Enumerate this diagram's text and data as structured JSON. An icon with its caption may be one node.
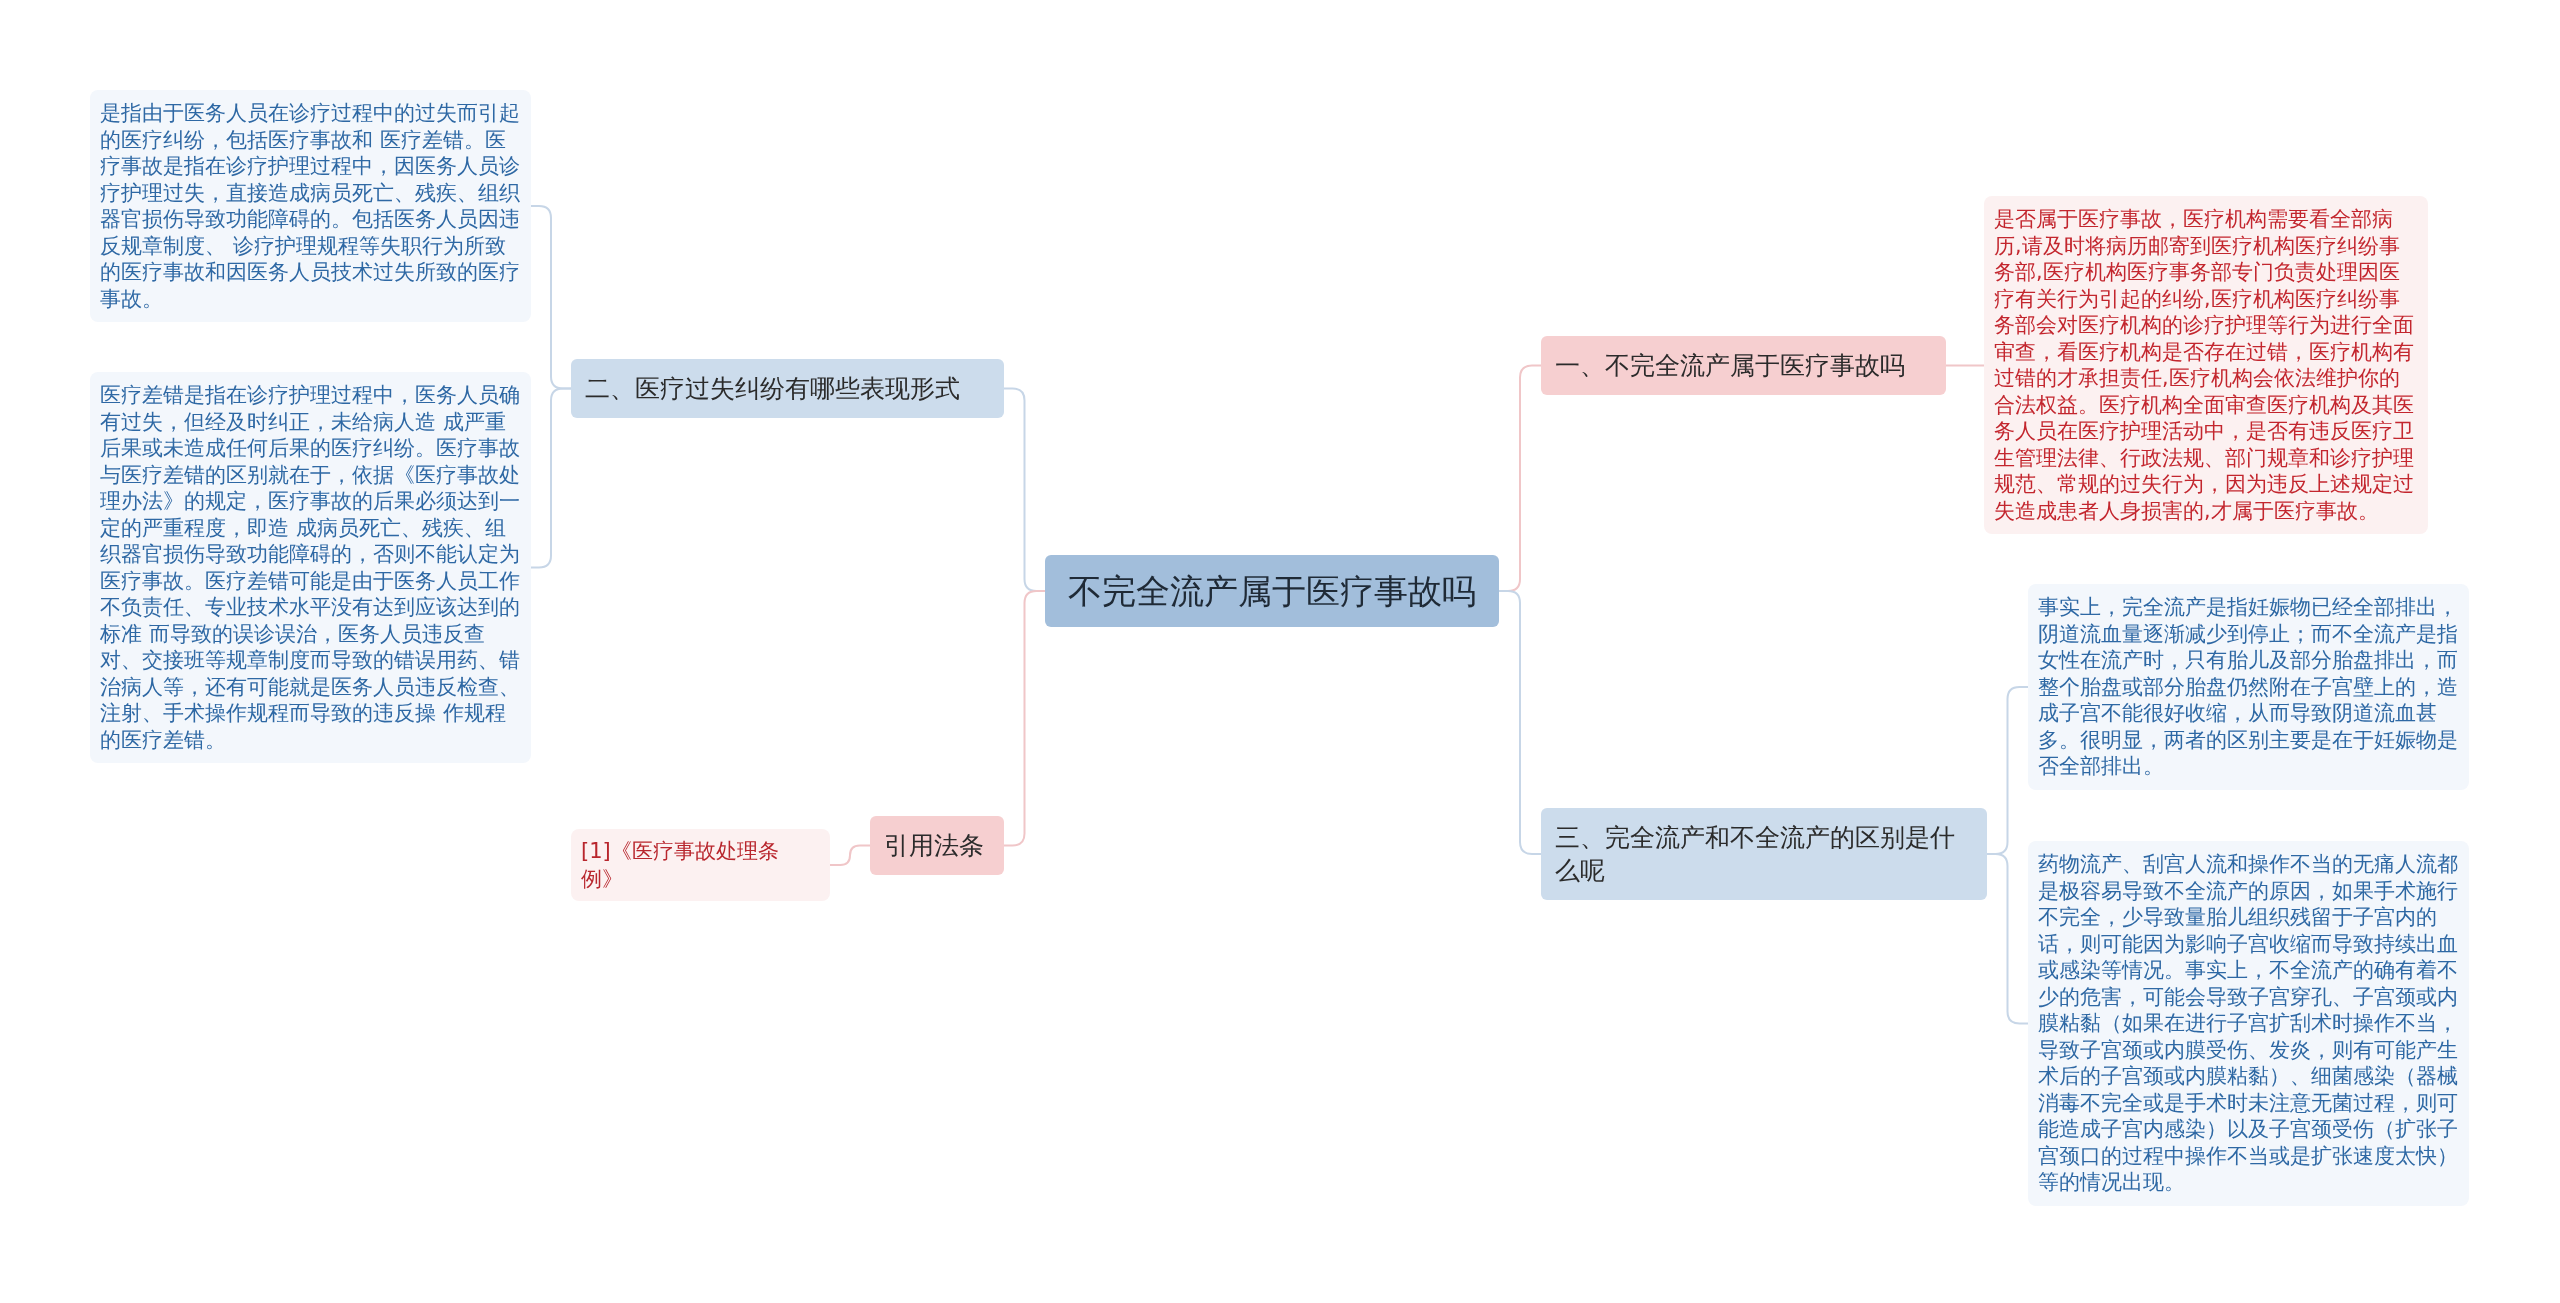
{
  "diagram": {
    "nodes": [
      {
        "text": [
          "不完全流产属于医疗事故吗"
        ]
      },
      {
        "text": [
          "二、医疗过失纠纷有哪些表现形式"
        ]
      },
      {
        "text": [
          "是指由于医务人员在诊疗过程中的过失而引起的医疗纠纷，包括医疗事故和 医疗差错。医疗事故是指在诊疗护理过程中，因医务人员诊疗护理过失，直接造成病员死亡、残疾、组织器官损伤导致功能障碍的。包括医务人员因违反规章制度、 诊疗护理规程等失职行为所致的医疗事故和因医务人员技术过失所致的医疗事故。"
        ]
      },
      {
        "text": [
          "医疗差错是指在诊疗护理过程中，医务人员确有过失，但经及时纠正，未给病人造 成严重后果或未造成任何后果的医疗纠纷。医疗事故与医疗差错的区别就在于，依据《医疗事故处理办法》的规定，医疗事故的后果必须达到一定的严重程度，即造 成病员死亡、残疾、组织器官损伤导致功能障碍的，否则不能认定为医疗事故。医疗差错可能是由于医务人员工作不负责任、专业技术水平没有达到应该达到的标准 而导致的误诊误治，医务人员违反查对、交接班等规章制度而导致的错误用药、错治病人等，还有可能就是医务人员违反检查、注射、手术操作规程而导致的违反操 作规程的医疗差错。"
        ]
      },
      {
        "text": [
          "引用法条"
        ]
      },
      {
        "text": [
          "[1]《医疗事故处理条例》"
        ]
      },
      {
        "text": [
          "一、不完全流产属于医疗事故吗"
        ]
      },
      {
        "text": [
          "是否属于医疗事故，医疗机构需要看全部病历,请及时将病历邮寄到医疗机构医疗纠纷事务部,医疗机构医疗事务部专门负责处理因医疗有关行为引起的纠纷,医疗机构医疗纠纷事务部会对医疗机构的诊疗护理等行为进行全面审查，看医疗机构是否存在过错，医疗机构有过错的才承担责任,医疗机构会依法维护你的合法权益。医疗机构全面审查医疗机构及其医务人员在医疗护理活动中，是否有违反医疗卫生管理法律、行政法规、部门规章和诊疗护理规范、常规的过失行为，因为违反上述规定过失造成患者人身损害的,才属于医疗事故。"
        ]
      },
      {
        "text": [
          "三、完全流产和不全流产的区别是什么呢"
        ]
      },
      {
        "text": [
          "事实上，完全流产是指妊娠物已经全部排出，阴道流血量逐渐减少到停止；而不全流产是指女性在流产时，只有胎儿及部分胎盘排出，而整个胎盘或部分胎盘仍然附在子宫壁上的，造成子宫不能很好收缩，从而导致阴道流血甚多。很明显，两者的区别主要是在于妊娠物是否全部排出。"
        ]
      },
      {
        "text": [
          "药物流产、刮宫人流和操作不当的无痛人流都是极容易导致不全流产的原因，如果手术施行不完全，少导致量胎儿组织残留于子宫内的话，则可能因为影响子宫收缩而导致持续出血或感染等情况。事实上，不全流产的确有着不少的危害，可能会导致子宫穿孔、子宫颈或内膜粘黏（如果在进行子宫扩刮术时操作不当，导致子宫颈或内膜受伤、发炎，则有可能产生术后的子宫颈或内膜粘黏）、细菌感染（器械消毒不完全或是手术时未注意无菌过程，则可能造成子宫内感染）以及子宫颈受伤（扩张子宫颈口的过程中操作不当或是扩张速度太快）等的情况出现。"
        ]
      }
    ],
    "edges": [
      {
        "from": 0,
        "to": 1,
        "arrow": "none"
      },
      {
        "from": 1,
        "to": 2,
        "arrow": "none"
      },
      {
        "from": 1,
        "to": 3,
        "arrow": "none"
      },
      {
        "from": 0,
        "to": 4,
        "arrow": "none",
        "color": "#f0c6c8"
      },
      {
        "from": 4,
        "to": 5,
        "arrow": "none",
        "color": "#f0c6c8"
      },
      {
        "from": 0,
        "to": 6,
        "arrow": "none",
        "color": "#f0c6c8"
      },
      {
        "from": 6,
        "to": 7,
        "arrow": "none",
        "color": "#f0c6c8"
      },
      {
        "from": 0,
        "to": 8,
        "arrow": "none"
      },
      {
        "from": 8,
        "to": 9,
        "arrow": "none"
      },
      {
        "from": 8,
        "to": 10,
        "arrow": "none"
      }
    ]
  }
}
